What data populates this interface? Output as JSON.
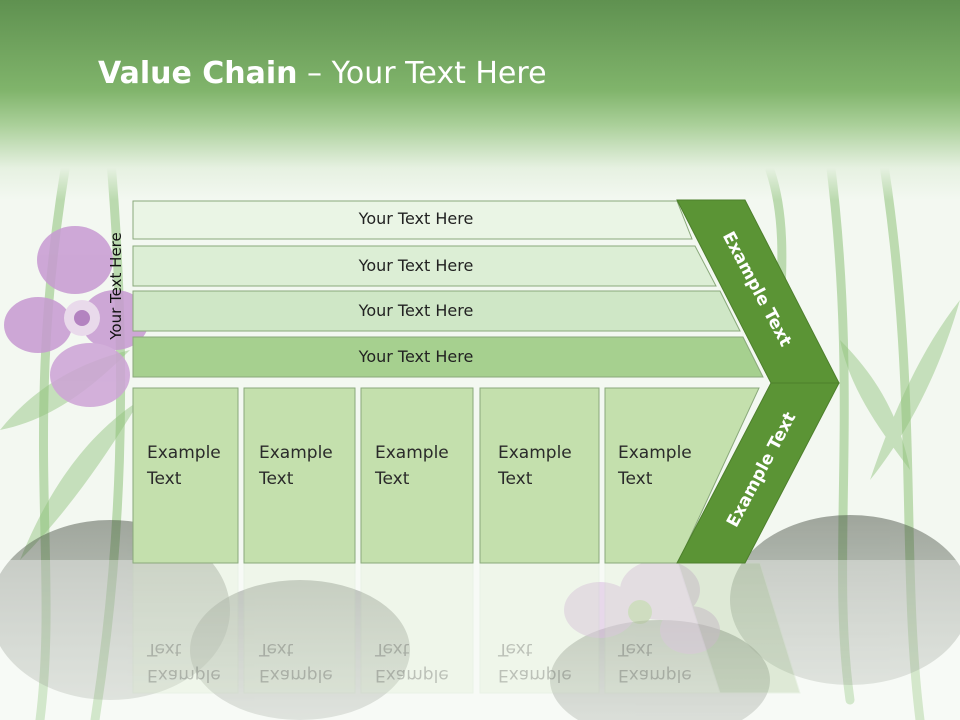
{
  "title": {
    "bold": "Value Chain",
    "rest": " – Your Text Here"
  },
  "side_label": "Your Text Here",
  "rows": [
    {
      "text": "Your Text Here"
    },
    {
      "text": "Your Text Here"
    },
    {
      "text": "Your Text Here"
    },
    {
      "text": "Your Text Here"
    }
  ],
  "boxes": [
    {
      "line1": "Example",
      "line2": "Text"
    },
    {
      "line1": "Example",
      "line2": "Text"
    },
    {
      "line1": "Example",
      "line2": "Text"
    },
    {
      "line1": "Example",
      "line2": "Text"
    },
    {
      "line1": "Example",
      "line2": "Text"
    }
  ],
  "chevron": {
    "upper_text": "Example Text",
    "lower_text": "Example Text"
  },
  "colors": {
    "header_green": "#6fa35c",
    "chevron_green": "#5b9435",
    "row_fill": "#dceed5",
    "box_fill": "#c4e0ad",
    "stroke": "#8aa97b"
  }
}
